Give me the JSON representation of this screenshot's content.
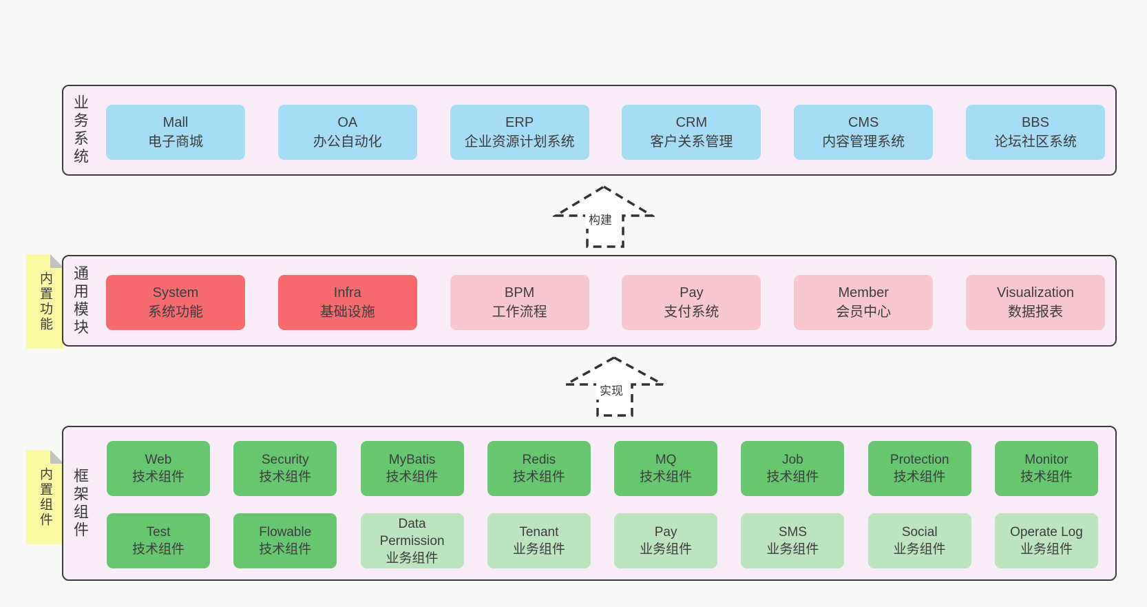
{
  "colors": {
    "page_bg": "#f8f8f8",
    "band_bg": "#f8ecf6",
    "band_border": "#3a3a3a",
    "blue": "#a6dcf5",
    "red": "#f66b6e",
    "pink": "#f9c7d0",
    "green": "#68c671",
    "lightgreen": "#bbe4bf",
    "sticky": "#fbf9a3",
    "sticky_fold": "#c2c2c2",
    "arrow_stroke": "#333333",
    "arrow_fill": "#ffffff",
    "text": "#3d3d3d"
  },
  "bands": [
    {
      "label": "业务系统",
      "boxes": [
        {
          "title": "Mall",
          "subtitle": "电子商城",
          "variant": "blue"
        },
        {
          "title": "OA",
          "subtitle": "办公自动化",
          "variant": "blue"
        },
        {
          "title": "ERP",
          "subtitle": "企业资源计划系统",
          "variant": "blue"
        },
        {
          "title": "CRM",
          "subtitle": "客户关系管理",
          "variant": "blue"
        },
        {
          "title": "CMS",
          "subtitle": "内容管理系统",
          "variant": "blue"
        },
        {
          "title": "BBS",
          "subtitle": "论坛社区系统",
          "variant": "blue"
        }
      ]
    },
    {
      "label": "通用模块",
      "sticky": "内置功能",
      "boxes": [
        {
          "title": "System",
          "subtitle": "系统功能",
          "variant": "red"
        },
        {
          "title": "Infra",
          "subtitle": "基础设施",
          "variant": "red"
        },
        {
          "title": "BPM",
          "subtitle": "工作流程",
          "variant": "pink"
        },
        {
          "title": "Pay",
          "subtitle": "支付系统",
          "variant": "pink"
        },
        {
          "title": "Member",
          "subtitle": "会员中心",
          "variant": "pink"
        },
        {
          "title": "Visualization",
          "subtitle": "数据报表",
          "variant": "pink"
        }
      ]
    },
    {
      "label": "框架组件",
      "sticky": "内置组件",
      "rows": [
        [
          {
            "title": "Web",
            "subtitle": "技术组件",
            "variant": "green"
          },
          {
            "title": "Security",
            "subtitle": "技术组件",
            "variant": "green"
          },
          {
            "title": "MyBatis",
            "subtitle": "技术组件",
            "variant": "green"
          },
          {
            "title": "Redis",
            "subtitle": "技术组件",
            "variant": "green"
          },
          {
            "title": "MQ",
            "subtitle": "技术组件",
            "variant": "green"
          },
          {
            "title": "Job",
            "subtitle": "技术组件",
            "variant": "green"
          },
          {
            "title": "Protection",
            "subtitle": "技术组件",
            "variant": "green"
          },
          {
            "title": "Monitor",
            "subtitle": "技术组件",
            "variant": "green"
          }
        ],
        [
          {
            "title": "Test",
            "subtitle": "技术组件",
            "variant": "green"
          },
          {
            "title": "Flowable",
            "subtitle": "技术组件",
            "variant": "green"
          },
          {
            "title": "Data Permission",
            "subtitle": "业务组件",
            "variant": "lightgreen"
          },
          {
            "title": "Tenant",
            "subtitle": "业务组件",
            "variant": "lightgreen"
          },
          {
            "title": "Pay",
            "subtitle": "业务组件",
            "variant": "lightgreen"
          },
          {
            "title": "SMS",
            "subtitle": "业务组件",
            "variant": "lightgreen"
          },
          {
            "title": "Social",
            "subtitle": "业务组件",
            "variant": "lightgreen"
          },
          {
            "title": "Operate Log",
            "subtitle": "业务组件",
            "variant": "lightgreen"
          }
        ]
      ]
    }
  ],
  "arrows": [
    {
      "label": "构建"
    },
    {
      "label": "实现"
    }
  ]
}
